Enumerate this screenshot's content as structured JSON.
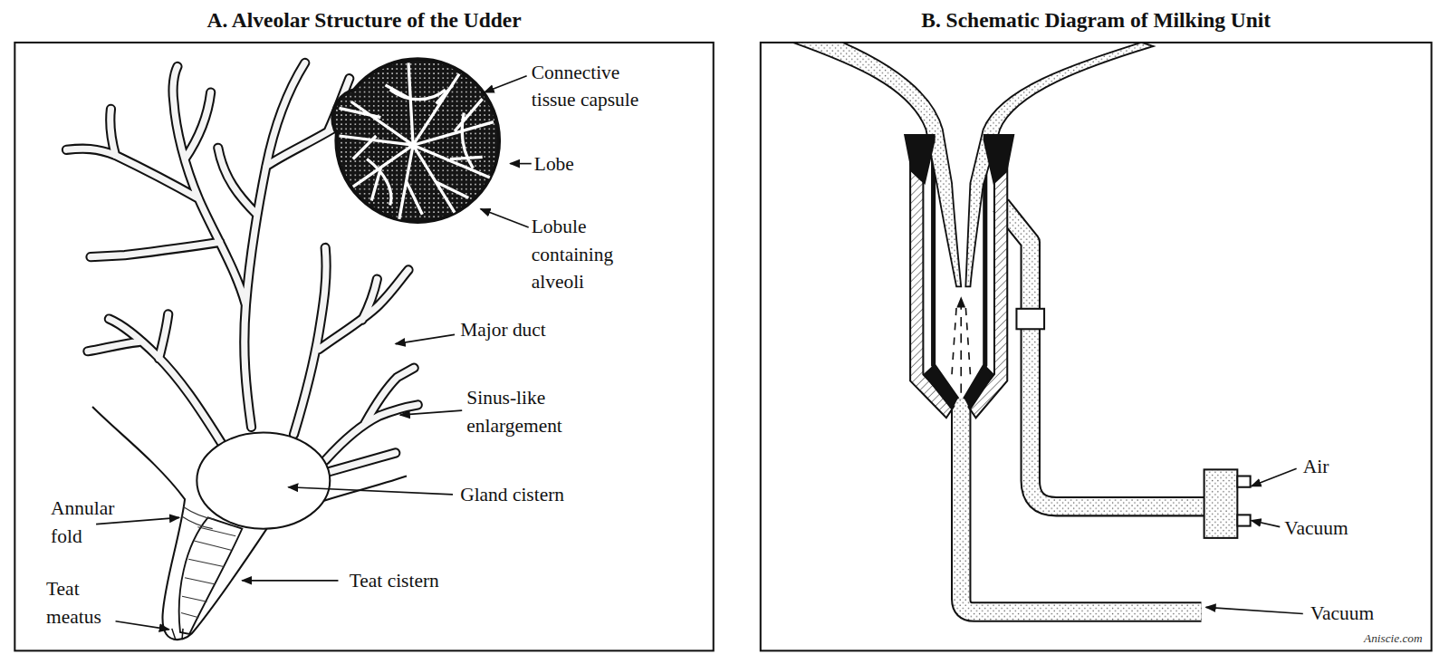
{
  "diagram": {
    "nodes": [
      {
        "text": [
          "A. Alveolar Structure of the Udder"
        ]
      },
      {
        "text": [
          "B. Schematic Diagram of Milking Unit"
        ]
      }
    ],
    "labels": [
      "Connective tissue capsule",
      "Lobe",
      "Lobule containing alveoli",
      "Major duct",
      "Sinus-like enlargement",
      "Gland cistern",
      "Annular fold",
      "Teat meatus",
      "Teat cistern",
      "Air",
      "Vacuum",
      "Vacuum",
      "Aniscie.com"
    ]
  }
}
